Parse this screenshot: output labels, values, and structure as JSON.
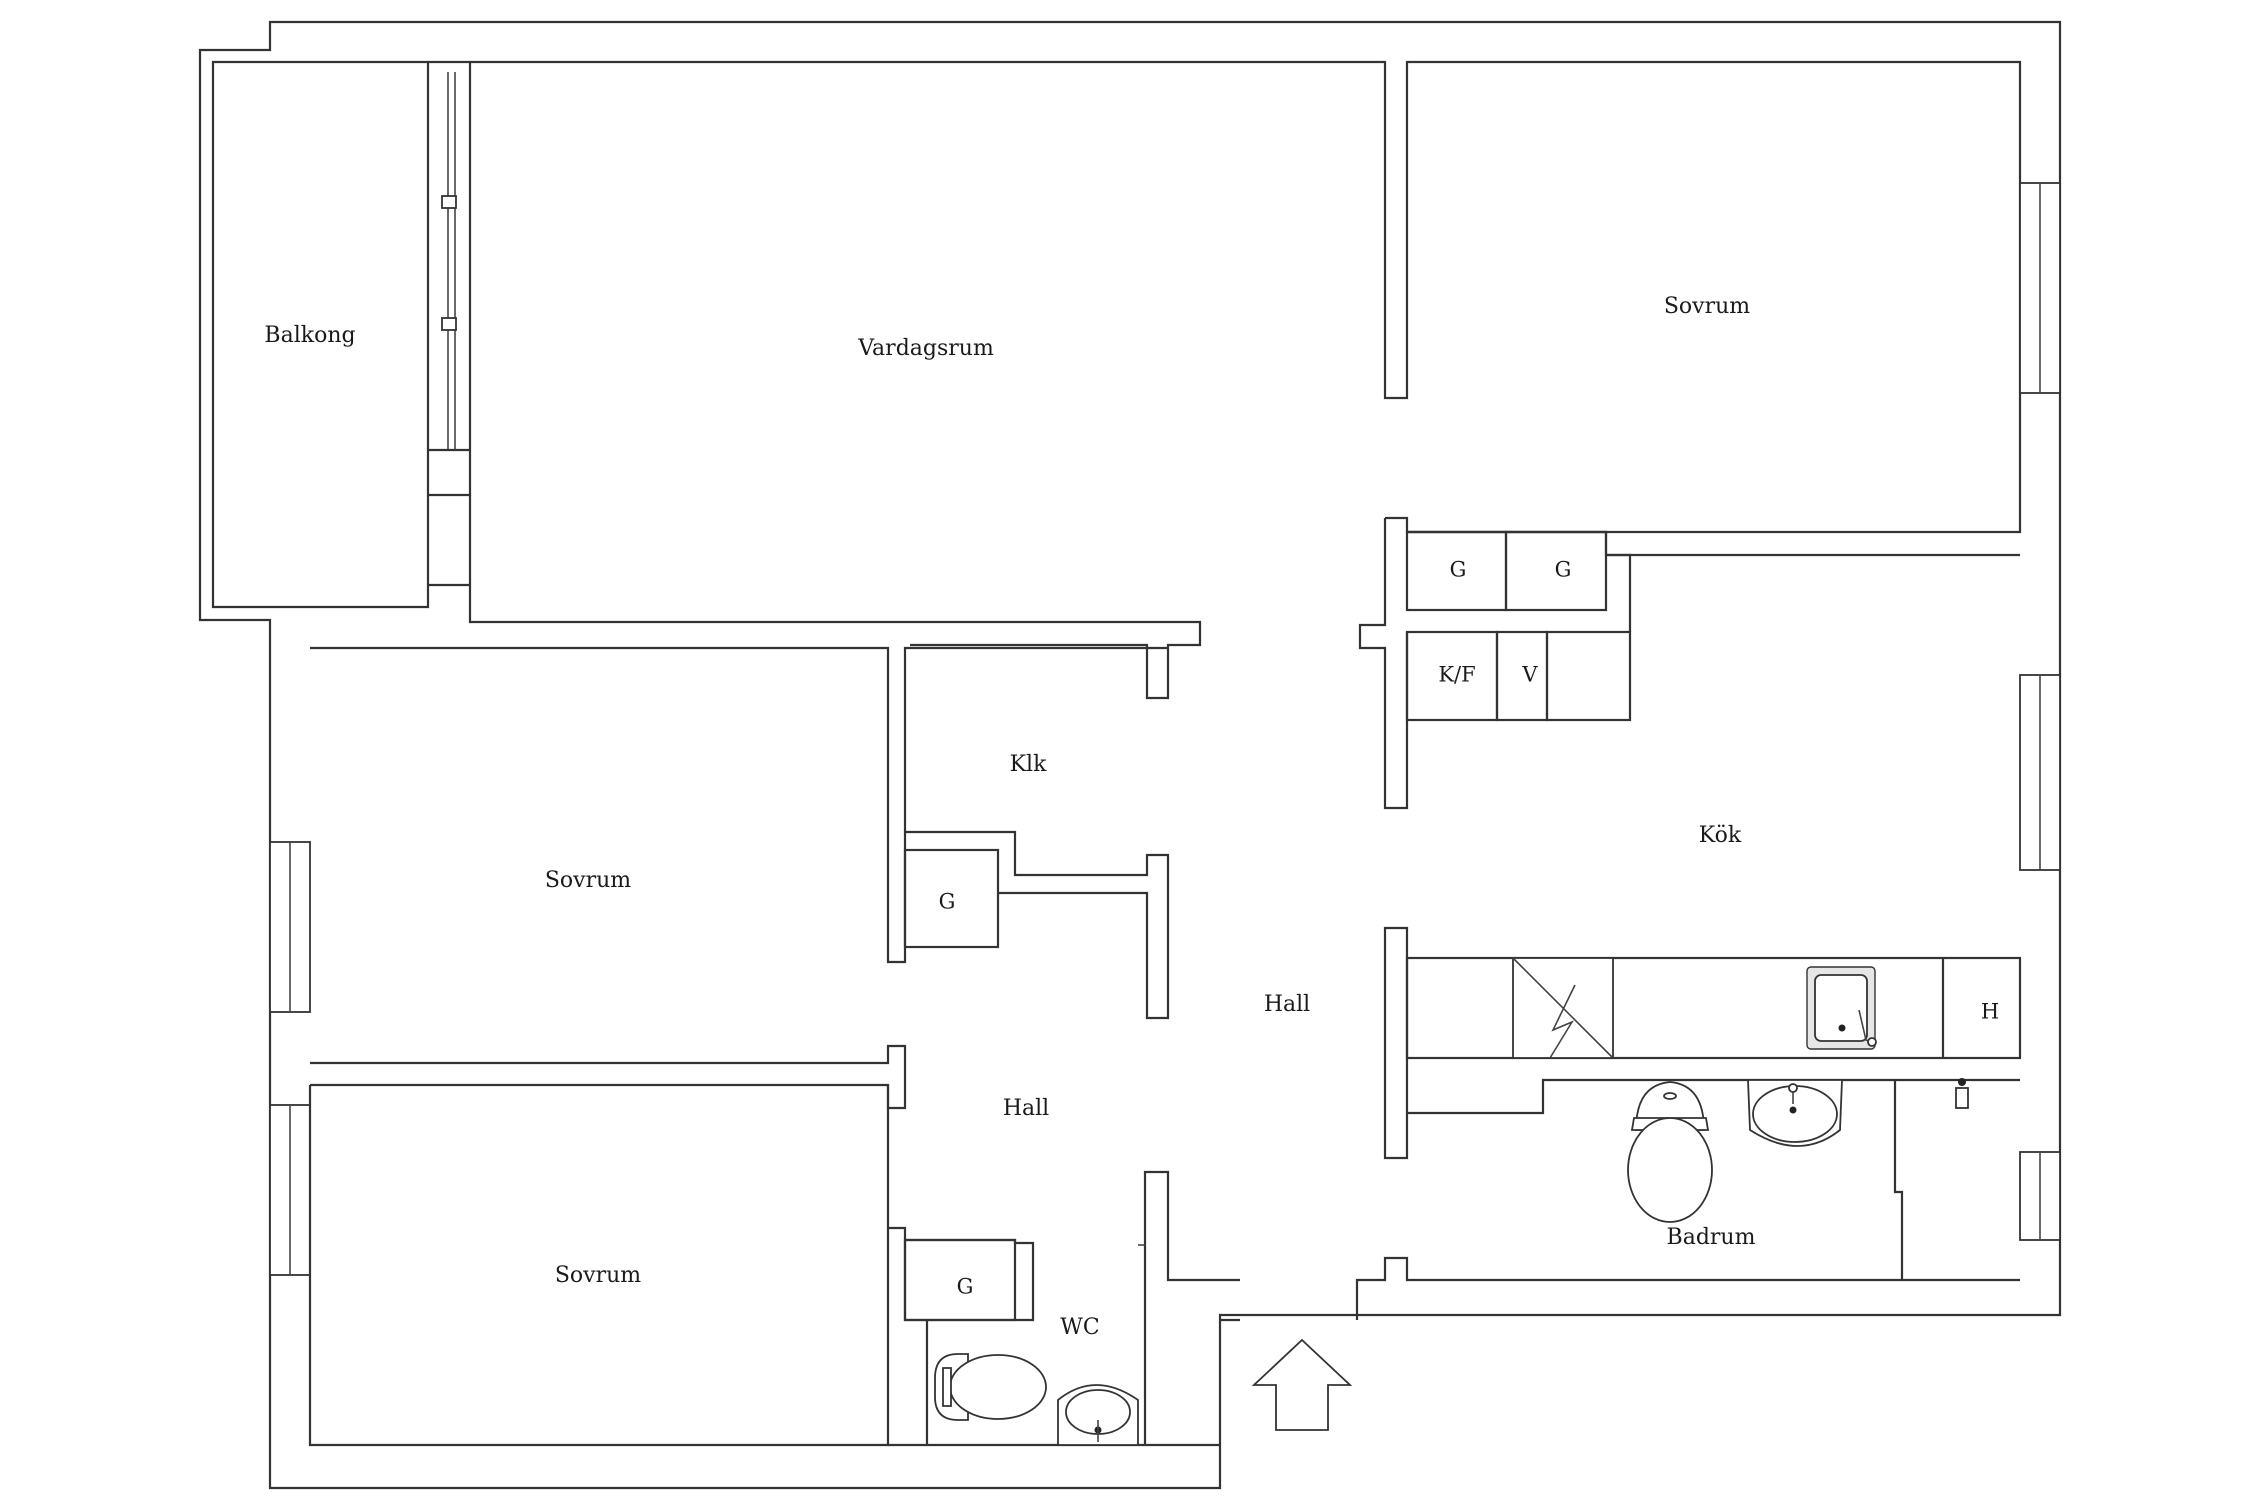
{
  "rooms": {
    "balkong": "Balkong",
    "vardagsrum": "Vardagsrum",
    "sovrum_top_right": "Sovrum",
    "sovrum_middle_left": "Sovrum",
    "sovrum_bottom_left": "Sovrum",
    "klk": "Klk",
    "hall_center": "Hall",
    "hall_lower": "Hall",
    "kok": "Kök",
    "badrum": "Badrum",
    "wc": "WC"
  },
  "storage": {
    "g_top_left": "G",
    "g_top_right": "G",
    "g_hall": "G",
    "g_wc": "G",
    "kf": "K/F",
    "v": "V",
    "h": "H"
  },
  "icons": {
    "entrance": "arrow-up-icon",
    "stove": "stove-icon",
    "sink": "kitchen-sink-icon",
    "toilet": "toilet-icon",
    "washbasin": "washbasin-icon"
  },
  "colors": {
    "wall": "#333333",
    "background": "#ffffff",
    "text": "#1a1a1a"
  }
}
